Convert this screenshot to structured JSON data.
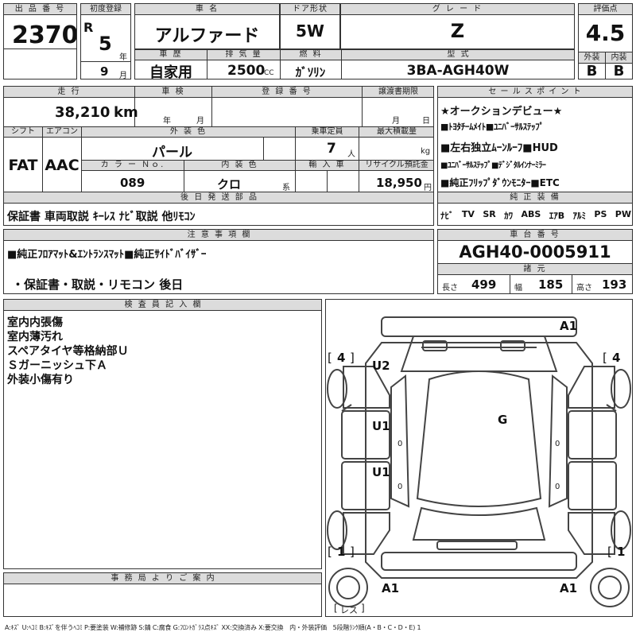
{
  "header": {
    "lot_label": "出 品 番 号",
    "lot_number": "2370",
    "reg_label": "初度登録",
    "era": "R",
    "reg_year": "5",
    "year_unit": "年",
    "reg_month": "9",
    "month_unit": "月",
    "car_name_label": "車 名",
    "car_name": "アルファード",
    "door_label": "ドア形状",
    "door": "5W",
    "grade_label": "グ レ ー ド",
    "grade": "Z",
    "score_label": "評価点",
    "score": "4.5",
    "history_label": "車 歴",
    "history": "自家用",
    "displacement_label": "排 気 量",
    "displacement": "2500",
    "displacement_unit": "CC",
    "fuel_label": "燃 料",
    "fuel": "ｶﾞｿﾘﾝ",
    "model_label": "型 式",
    "model": "3BA-AGH40W",
    "exterior_label": "外装",
    "exterior_grade": "B",
    "interior_label": "内装",
    "interior_grade": "B"
  },
  "row2": {
    "mileage_label": "走 行",
    "mileage": "38,210",
    "mileage_unit": "km",
    "inspection_label": "車 検",
    "inspection_year_unit": "年",
    "inspection_month_unit": "月",
    "plate_label": "登 録 番 号",
    "transfer_label": "譲渡書期限",
    "transfer_month_unit": "月",
    "transfer_day_unit": "日",
    "shift_label": "シフト",
    "shift": "FAT",
    "ac_label": "エアコン",
    "ac": "AAC",
    "ext_color_label": "外 装 色",
    "ext_color": "パール",
    "capacity_label": "乗車定員",
    "capacity": "7",
    "capacity_unit": "人",
    "load_label": "最大積載量",
    "load_unit": "kg",
    "color_no_label": "カ ラ ー Ｎｏ.",
    "color_no": "089",
    "int_color_label": "内 装 色",
    "int_color": "クロ",
    "int_color_unit": "系",
    "import_label": "輸 入 車",
    "recycle_label": "リサイクル預託金",
    "recycle": "18,950",
    "recycle_unit": "円",
    "parts_label": "後 日 発 送 部 品",
    "parts": "保証書 車両取説 ｷｰﾚｽ ﾅﾋﾞ取説 他ﾘﾓｺﾝ"
  },
  "sales_points": {
    "label": "セ ー ル ス ポ イ ン ト",
    "lines": [
      "★オークションデビュー★",
      "■ﾄﾖﾀﾁｰﾑﾒｲﾄ■ﾕﾆﾊﾞｰｻﾙｽﾃｯﾌﾟ",
      "■左右独立ﾑｰﾝﾙｰﾌ■HUD",
      "■ﾕﾆﾊﾞｰｻﾙｽﾃｯﾌﾟ■ﾃﾞｼﾞﾀﾙｲﾝﾅｰﾐﾗｰ",
      "■純正ﾌﾘｯﾌﾟﾀﾞｳﾝﾓﾆﾀｰ■ETC"
    ]
  },
  "equipment": {
    "label": "純 正 装 備",
    "items": [
      "ﾅﾋﾞ",
      "TV",
      "SR",
      "ｶﾜ",
      "ABS",
      "ｴｱB",
      "ｱﾙﾐ",
      "PS",
      "PW"
    ]
  },
  "notes": {
    "label": "注 意 事 項 欄",
    "line1": "■純正ﾌﾛｱﾏｯﾄ&ｴﾝﾄﾗﾝｽﾏｯﾄ■純正ｻｲﾄﾞﾊﾞｲｻﾞｰ",
    "line2": "・保証書・取説・リモコン 後日"
  },
  "chassis": {
    "label": "車 台 番 号",
    "number": "AGH40-0005911",
    "dims_label": "諸 元",
    "length_label": "長さ",
    "length": "499",
    "width_label": "幅",
    "width": "185",
    "height_label": "高さ",
    "height": "193"
  },
  "inspector": {
    "label": "検 査 員 記 入 欄",
    "lines": [
      "室内内張傷",
      "室内薄汚れ",
      "スペアタイヤ等格納部Ｕ",
      "Ｓガーニッシュ下Ａ",
      "外装小傷有り"
    ]
  },
  "office": {
    "label": "事 務 局 よ り ご 案 内"
  },
  "diagram": {
    "tire_front_left": "4",
    "tire_front_right": "4",
    "tire_rear_left": "1",
    "tire_rear_right": "1",
    "bracket_open": "[",
    "bracket_close": "]",
    "spare_label": "レス",
    "damages": [
      {
        "id": "a1-front",
        "code": "A1"
      },
      {
        "id": "u2",
        "code": "U2"
      },
      {
        "id": "g",
        "code": "G"
      },
      {
        "id": "u1-front",
        "code": "U1"
      },
      {
        "id": "u1-rear",
        "code": "U1"
      },
      {
        "id": "a1-rear-left",
        "code": "A1"
      },
      {
        "id": "a1-rear-right",
        "code": "A1"
      }
    ],
    "zero_marks": [
      "0",
      "0",
      "0",
      "0"
    ]
  },
  "legend": "A:ｷｽﾞ U:ﾍｺﾐ B:ｷｽﾞを伴うﾍｺﾐ P:要塗装 W:補修跡 S:錆 C:腐食 G:ﾌﾛﾝﾄｶﾞﾗｽ点ｷｽﾞ XX:交換済み X:要交換　内・外装評価　5段階ﾗﾝｸ順(A・B・C・D・E) 1"
}
